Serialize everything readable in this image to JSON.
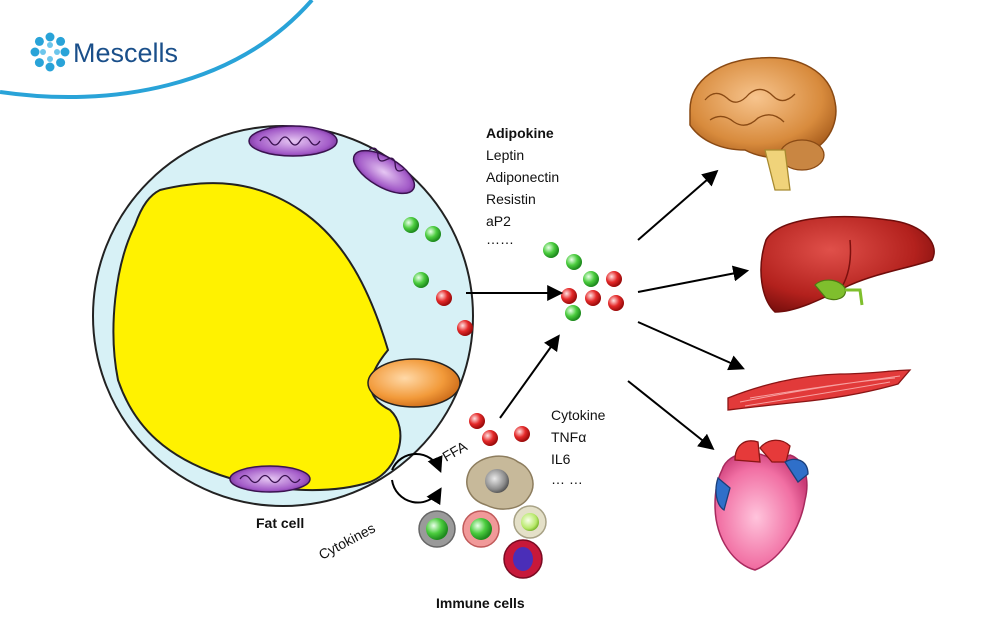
{
  "brand": {
    "name": "Mescells",
    "logo_icon": "molecule-ring-icon"
  },
  "adipokine": {
    "title": "Adipokine",
    "items": [
      "Leptin",
      "Adiponectin",
      "Resistin",
      "aP2",
      "……"
    ]
  },
  "cytokine": {
    "title": "Cytokine",
    "items": [
      "TNFα",
      "IL6",
      "… …"
    ]
  },
  "labels": {
    "fat_cell": "Fat cell",
    "immune_cells": "Immune cells",
    "ffa": "FFA",
    "cytokines": "Cytokines"
  },
  "targets": [
    "brain-icon",
    "liver-icon",
    "muscle-icon",
    "heart-icon"
  ],
  "colors": {
    "brand_blue": "#1a4f8a",
    "swoosh": "#29a3d8",
    "cell_fill": "#d7f1f6",
    "lipid": "#fff200",
    "mito": "#a05cc0",
    "green_particle": "#3fc23f",
    "red_particle": "#e02020"
  }
}
